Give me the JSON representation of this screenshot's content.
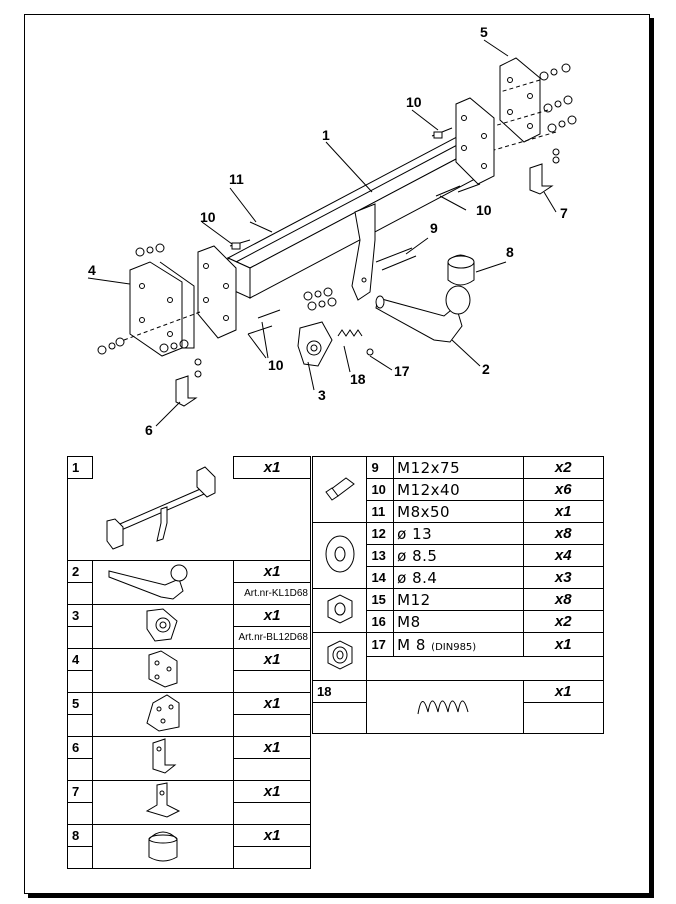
{
  "callouts": [
    "1",
    "2",
    "3",
    "4",
    "5",
    "6",
    "7",
    "8",
    "9",
    "10",
    "10",
    "10",
    "10",
    "11",
    "17",
    "18"
  ],
  "left_table": [
    {
      "num": "1",
      "qty": "x1",
      "art": "",
      "icon": "towbar-frame-icon"
    },
    {
      "num": "2",
      "qty": "x1",
      "art": "Art.nr-KL1D68",
      "icon": "ball-neck-icon"
    },
    {
      "num": "3",
      "qty": "x1",
      "art": "Art.nr-BL12D68",
      "icon": "socket-plate-icon"
    },
    {
      "num": "4",
      "qty": "x1",
      "art": "",
      "icon": "side-bracket-left-icon"
    },
    {
      "num": "5",
      "qty": "x1",
      "art": "",
      "icon": "side-bracket-right-icon"
    },
    {
      "num": "6",
      "qty": "x1",
      "art": "",
      "icon": "l-bracket-icon"
    },
    {
      "num": "7",
      "qty": "x1",
      "art": "",
      "icon": "l-bracket-icon"
    },
    {
      "num": "8",
      "qty": "x1",
      "art": "",
      "icon": "ball-cap-icon"
    }
  ],
  "right_table": [
    {
      "num": "9",
      "spec": "M12x75",
      "note": "",
      "qty": "x2"
    },
    {
      "num": "10",
      "spec": "M12x40",
      "note": "",
      "qty": "x6"
    },
    {
      "num": "11",
      "spec": "M8x50",
      "note": "",
      "qty": "x1"
    },
    {
      "num": "12",
      "spec": "ø 13",
      "note": "",
      "qty": "x8"
    },
    {
      "num": "13",
      "spec": "ø 8.5",
      "note": "",
      "qty": "x4"
    },
    {
      "num": "14",
      "spec": "ø 8.4",
      "note": "",
      "qty": "x3"
    },
    {
      "num": "15",
      "spec": "M12",
      "note": "",
      "qty": "x8"
    },
    {
      "num": "16",
      "spec": "M8",
      "note": "",
      "qty": "x2"
    },
    {
      "num": "17",
      "spec": "M 8",
      "note": "(DIN985)",
      "qty": "x1"
    },
    {
      "num": "18",
      "spec": "",
      "note": "",
      "qty": "x1"
    }
  ]
}
